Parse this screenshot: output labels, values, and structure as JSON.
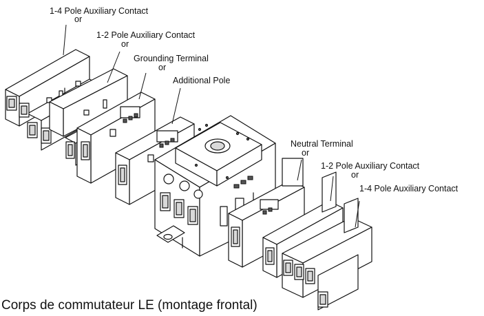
{
  "callouts_left": [
    {
      "label": "1-4 Pole Auxiliary Contact",
      "connector": "or"
    },
    {
      "label": "1-2 Pole Auxiliary Contact",
      "connector": "or"
    },
    {
      "label": "Grounding Terminal",
      "connector": "or"
    },
    {
      "label": "Additional Pole",
      "connector": ""
    }
  ],
  "callouts_right": [
    {
      "label": "Neutral Terminal",
      "connector": "or"
    },
    {
      "label": "1-2 Pole Auxiliary Contact",
      "connector": "or"
    },
    {
      "label": "1-4 Pole Auxiliary Contact",
      "connector": ""
    }
  ],
  "caption": "Corps de commutateur LE (montage frontal)",
  "colors": {
    "ink": "#111111",
    "fill": "#ffffff",
    "shade": "#d9d9d9"
  }
}
